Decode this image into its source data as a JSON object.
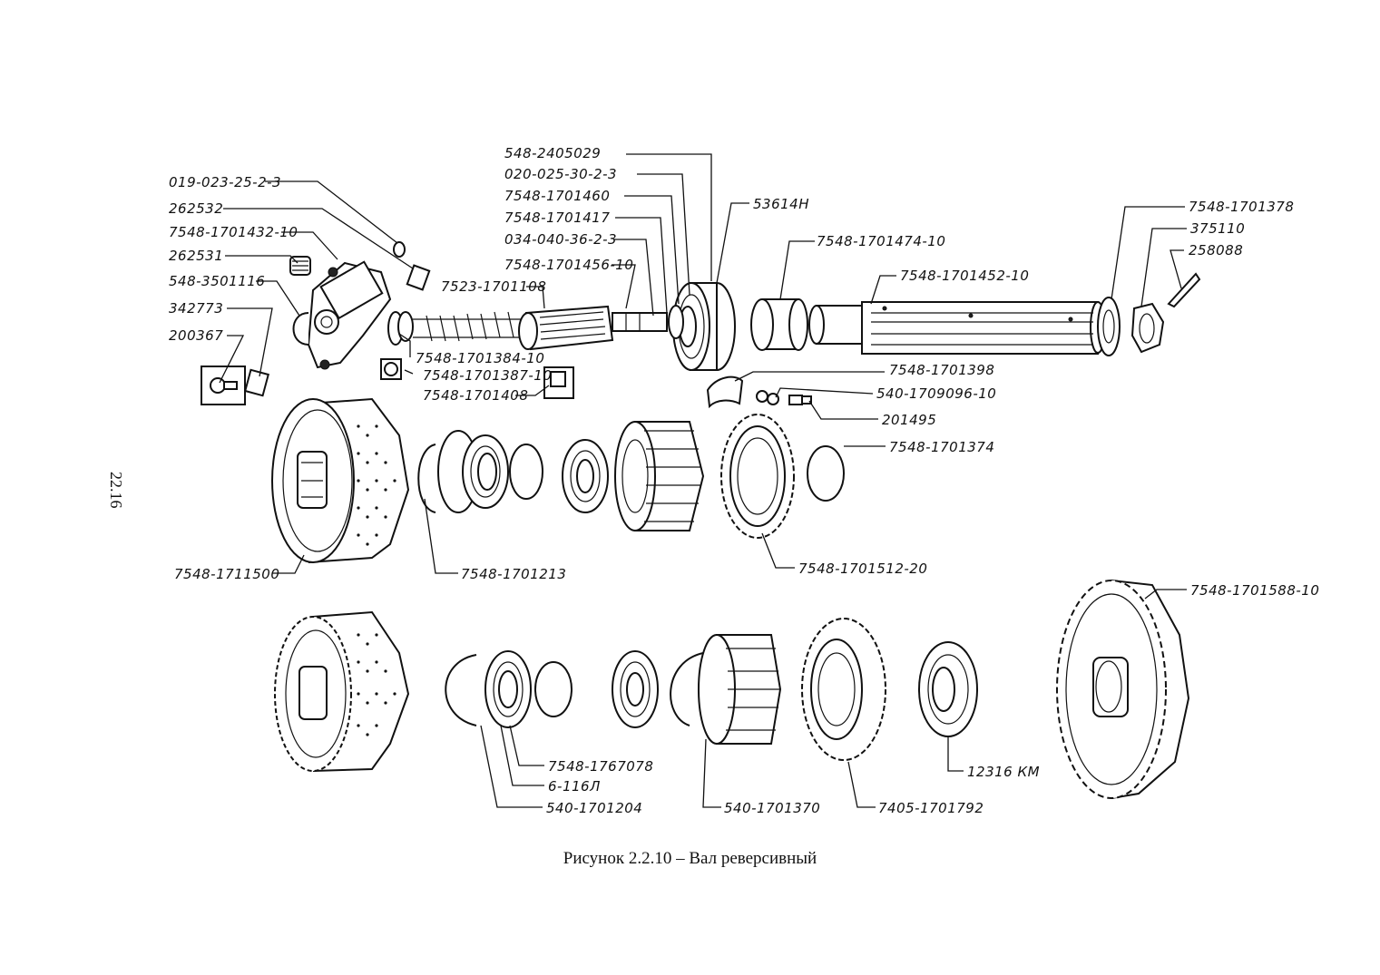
{
  "caption": "Рисунок 2.2.10 – Вал реверсивный",
  "page_number": "22.16",
  "labels": {
    "p01": "548-2405029",
    "p02": "020-025-30-2-3",
    "p03": "7548-1701460",
    "p04": "7548-1701417",
    "p05": "034-040-36-2-3",
    "p06": "7548-1701456-10",
    "p07": "7523-1701108",
    "p08": "53614Н",
    "p09": "019-023-25-2-3",
    "p10": "262532",
    "p11": "7548-1701432-10",
    "p12": "262531",
    "p13": "548-3501116",
    "p14": "342773",
    "p15": "200367",
    "p16": "7548-1701384-10",
    "p17": "7548-1701387-10",
    "p18": "7548-1701408",
    "p19": "7548-1701474-10",
    "p20": "7548-1701452-10",
    "p21": "7548-1701378",
    "p22": "375110",
    "p23": "258088",
    "p24": "7548-1701398",
    "p25": "540-1709096-10",
    "p26": "201495",
    "p27": "7548-1701374",
    "p28": "7548-1711500",
    "p29": "7548-1701213",
    "p30": "7548-1701512-20",
    "p31": "7548-1701588-10",
    "p32": "7548-1767078",
    "p33": "6-116Л",
    "p34": "540-1701204",
    "p35": "540-1701370",
    "p36": "7405-1701792",
    "p37": "12316 КМ"
  }
}
